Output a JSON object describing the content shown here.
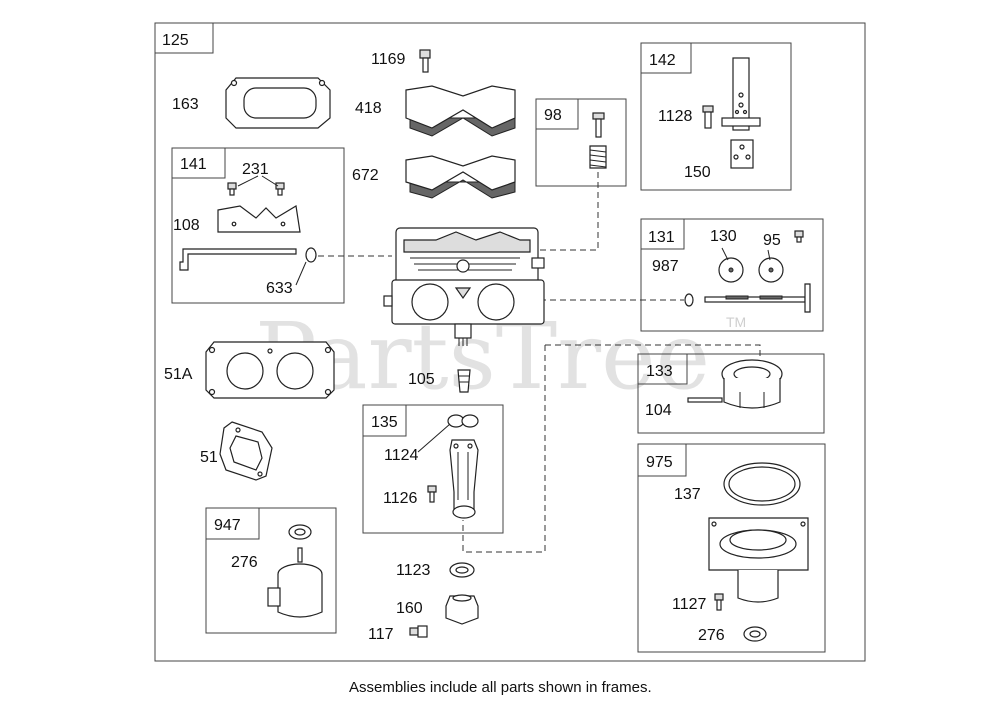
{
  "watermark": {
    "text": "PartsTree",
    "trademark": "TM"
  },
  "caption": "Assemblies include all parts shown in frames.",
  "frames": {
    "f125": "125",
    "f141": "141",
    "f98": "98",
    "f142": "142",
    "f131": "131",
    "f133": "133",
    "f135": "135",
    "f975": "975",
    "f947": "947"
  },
  "parts": {
    "p1169": "1169",
    "p163": "163",
    "p418": "418",
    "p672": "672",
    "p1128": "1128",
    "p150": "150",
    "p231": "231",
    "p108": "108",
    "p633": "633",
    "p130": "130",
    "p95": "95",
    "p987": "987",
    "p51A": "51A",
    "p105": "105",
    "p104": "104",
    "p1124": "1124",
    "p1126": "1126",
    "p51": "51",
    "p137": "137",
    "p276a": "276",
    "p1123": "1123",
    "p160": "160",
    "p117": "117",
    "p1127": "1127",
    "p276b": "276"
  }
}
